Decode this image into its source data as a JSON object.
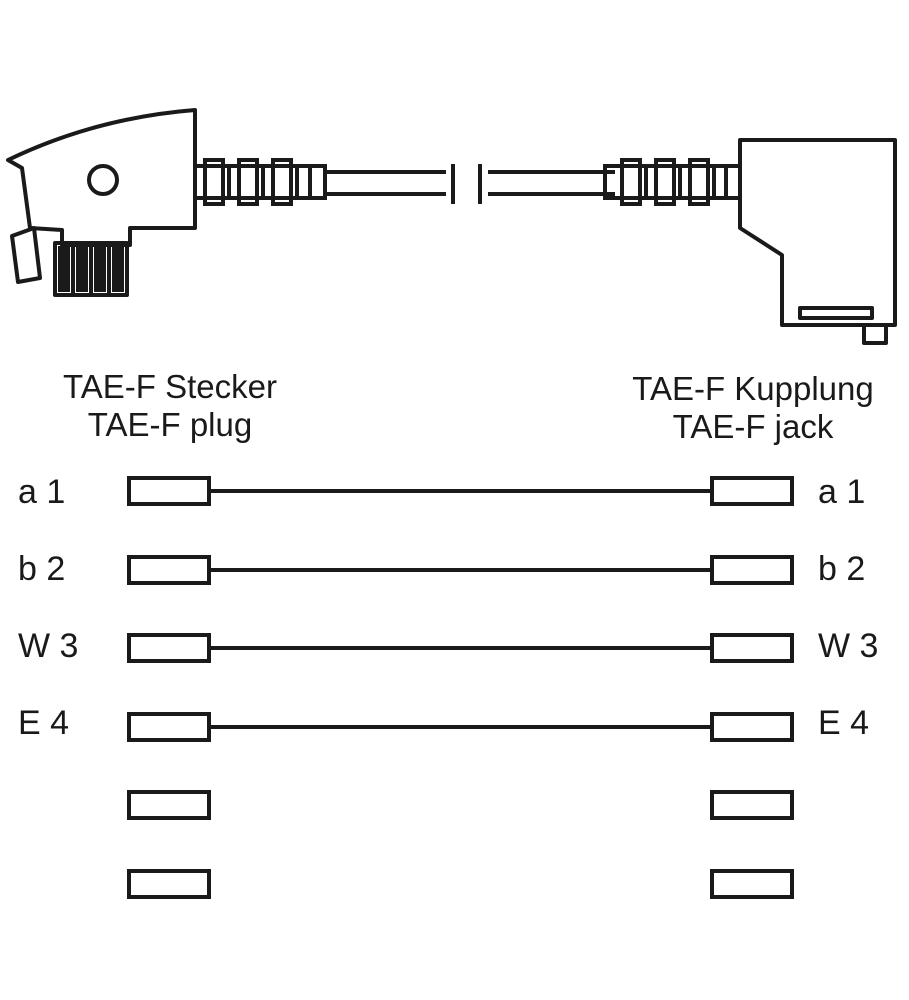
{
  "plug": {
    "title_de": "TAE-F Stecker",
    "title_en": "TAE-F plug"
  },
  "jack": {
    "title_de": "TAE-F Kupplung",
    "title_en": "TAE-F jack"
  },
  "pins": [
    {
      "left": "a 1",
      "right": "a 1",
      "connected": true
    },
    {
      "left": "b 2",
      "right": "b 2",
      "connected": true
    },
    {
      "left": "W 3",
      "right": "W 3",
      "connected": true
    },
    {
      "left": "E 4",
      "right": "E 4",
      "connected": true
    },
    {
      "left": "",
      "right": "",
      "connected": false
    },
    {
      "left": "",
      "right": "",
      "connected": false
    }
  ],
  "colors": {
    "stroke": "#1a1a1a",
    "background": "#ffffff"
  }
}
